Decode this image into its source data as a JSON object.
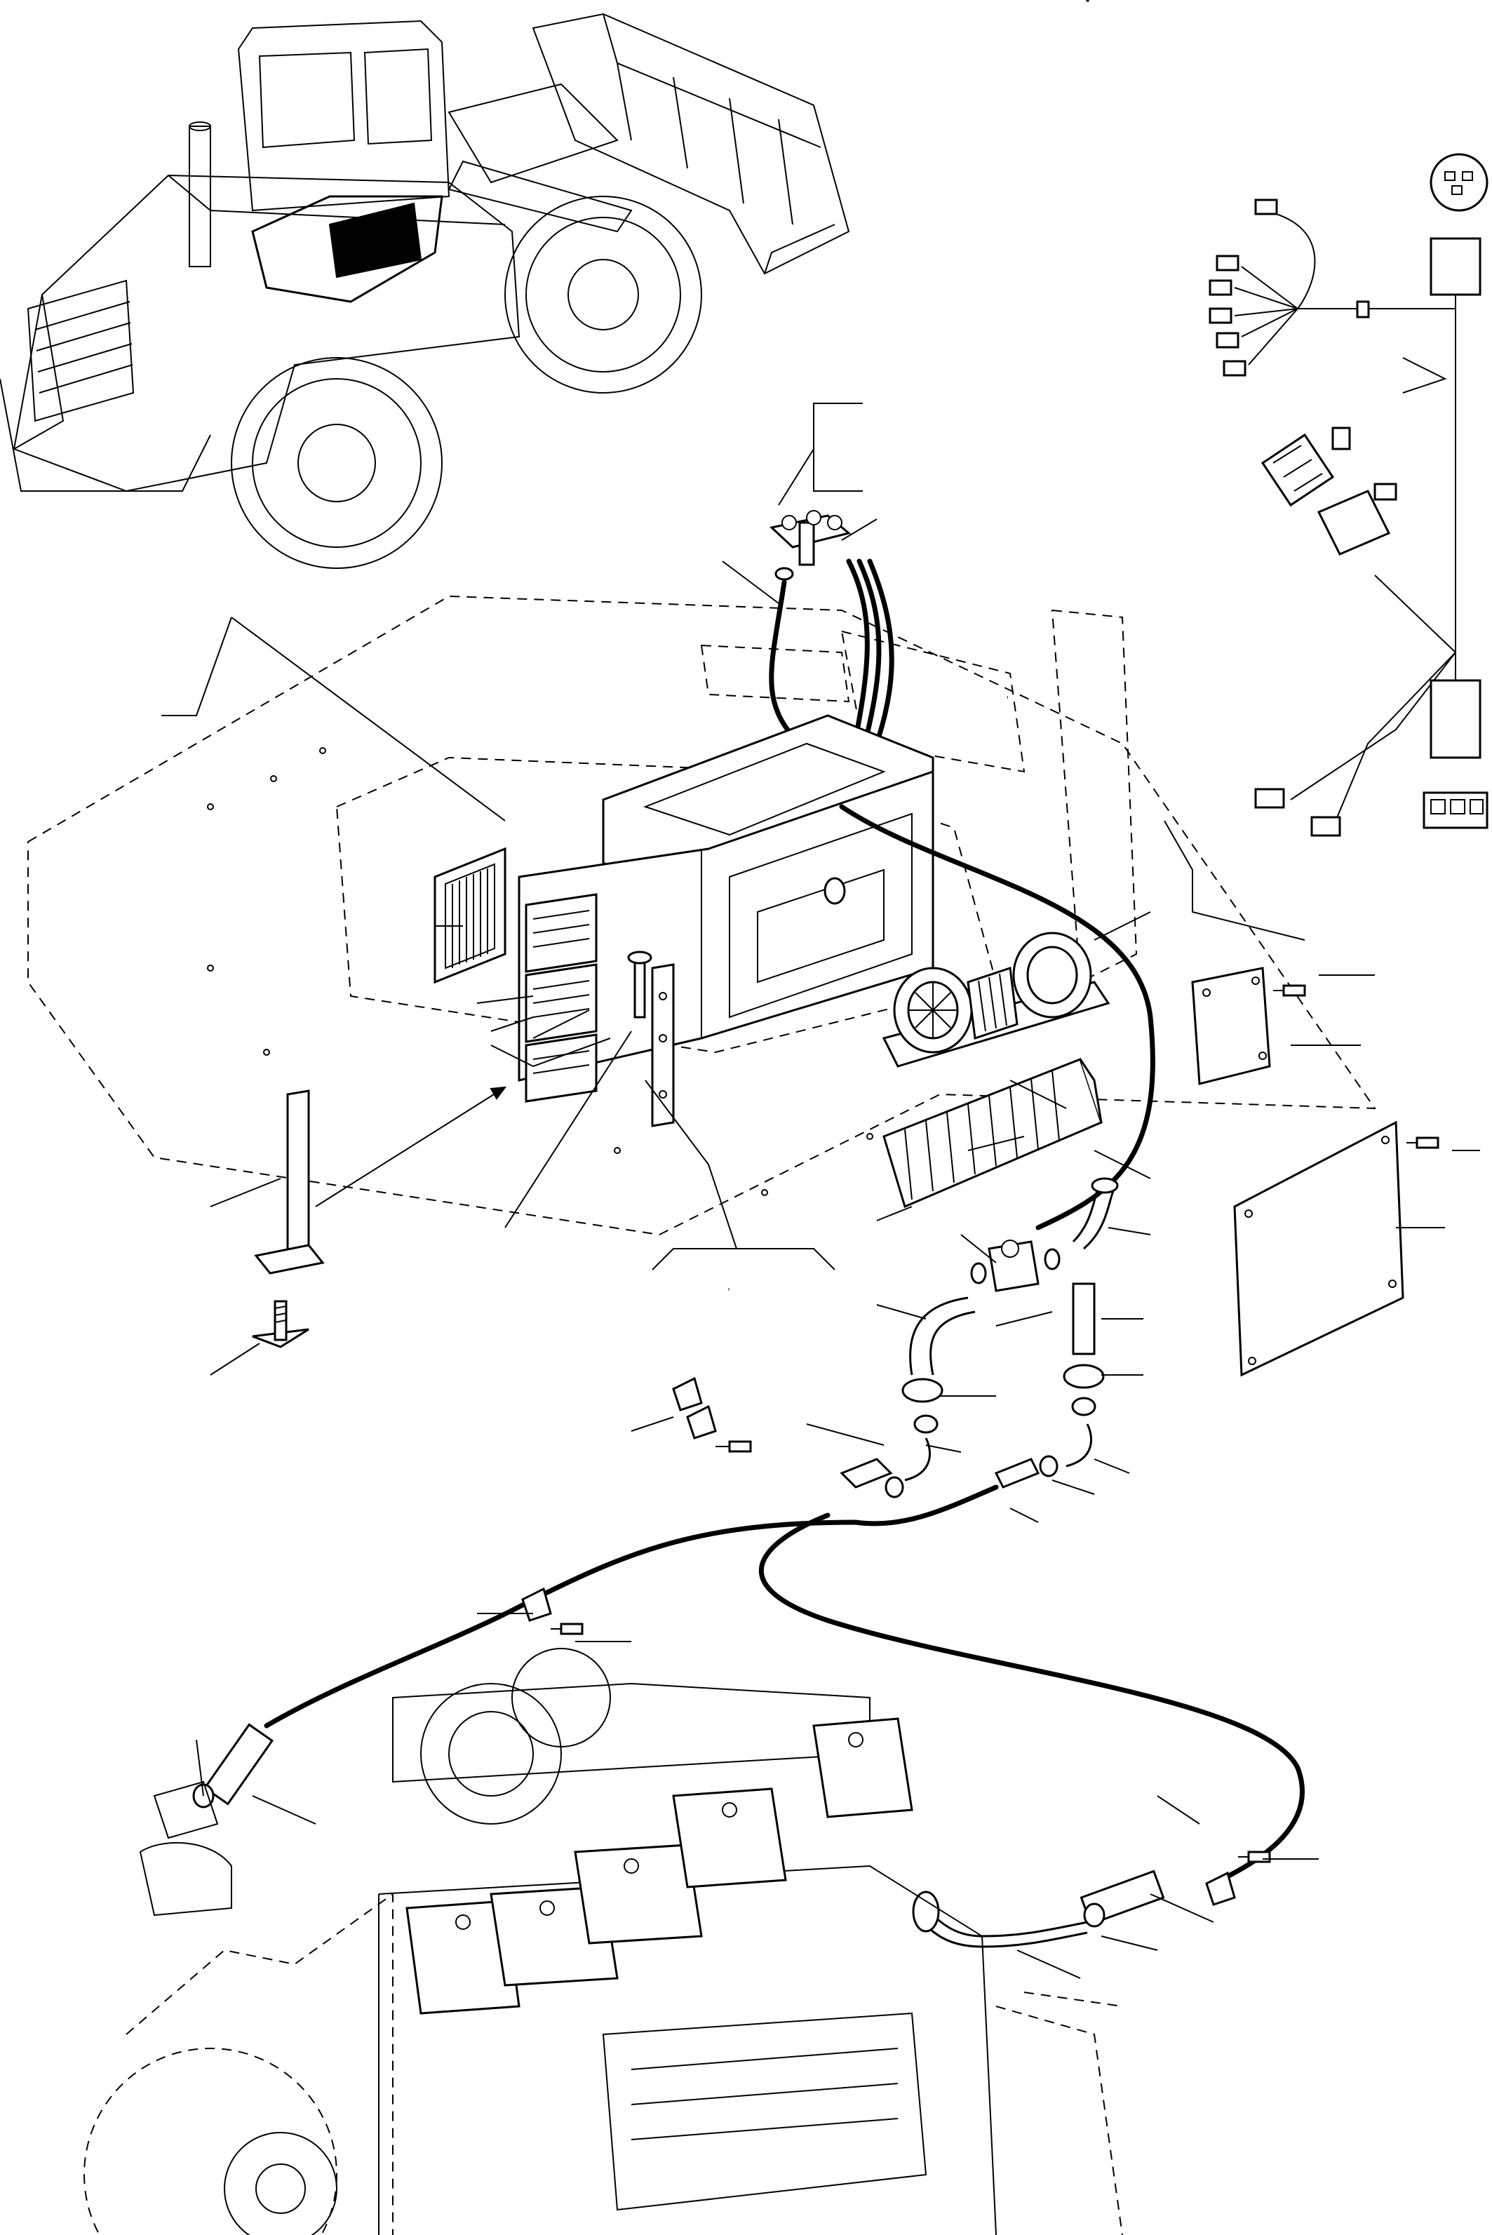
{
  "figure": {
    "type": "exploded-parts-diagram",
    "title": "",
    "callout_marks": [
      "'",
      ","
    ],
    "components": [
      "wheel-loader-overview",
      "cab-floor-outline",
      "heater-housing",
      "heater-control-switch",
      "blower-motor",
      "heater-core",
      "filter-element",
      "water-valve",
      "hose",
      "hose-clamp",
      "cover-plate",
      "bracket",
      "wing-bolt",
      "wiring-harness",
      "connector",
      "engine"
    ]
  }
}
